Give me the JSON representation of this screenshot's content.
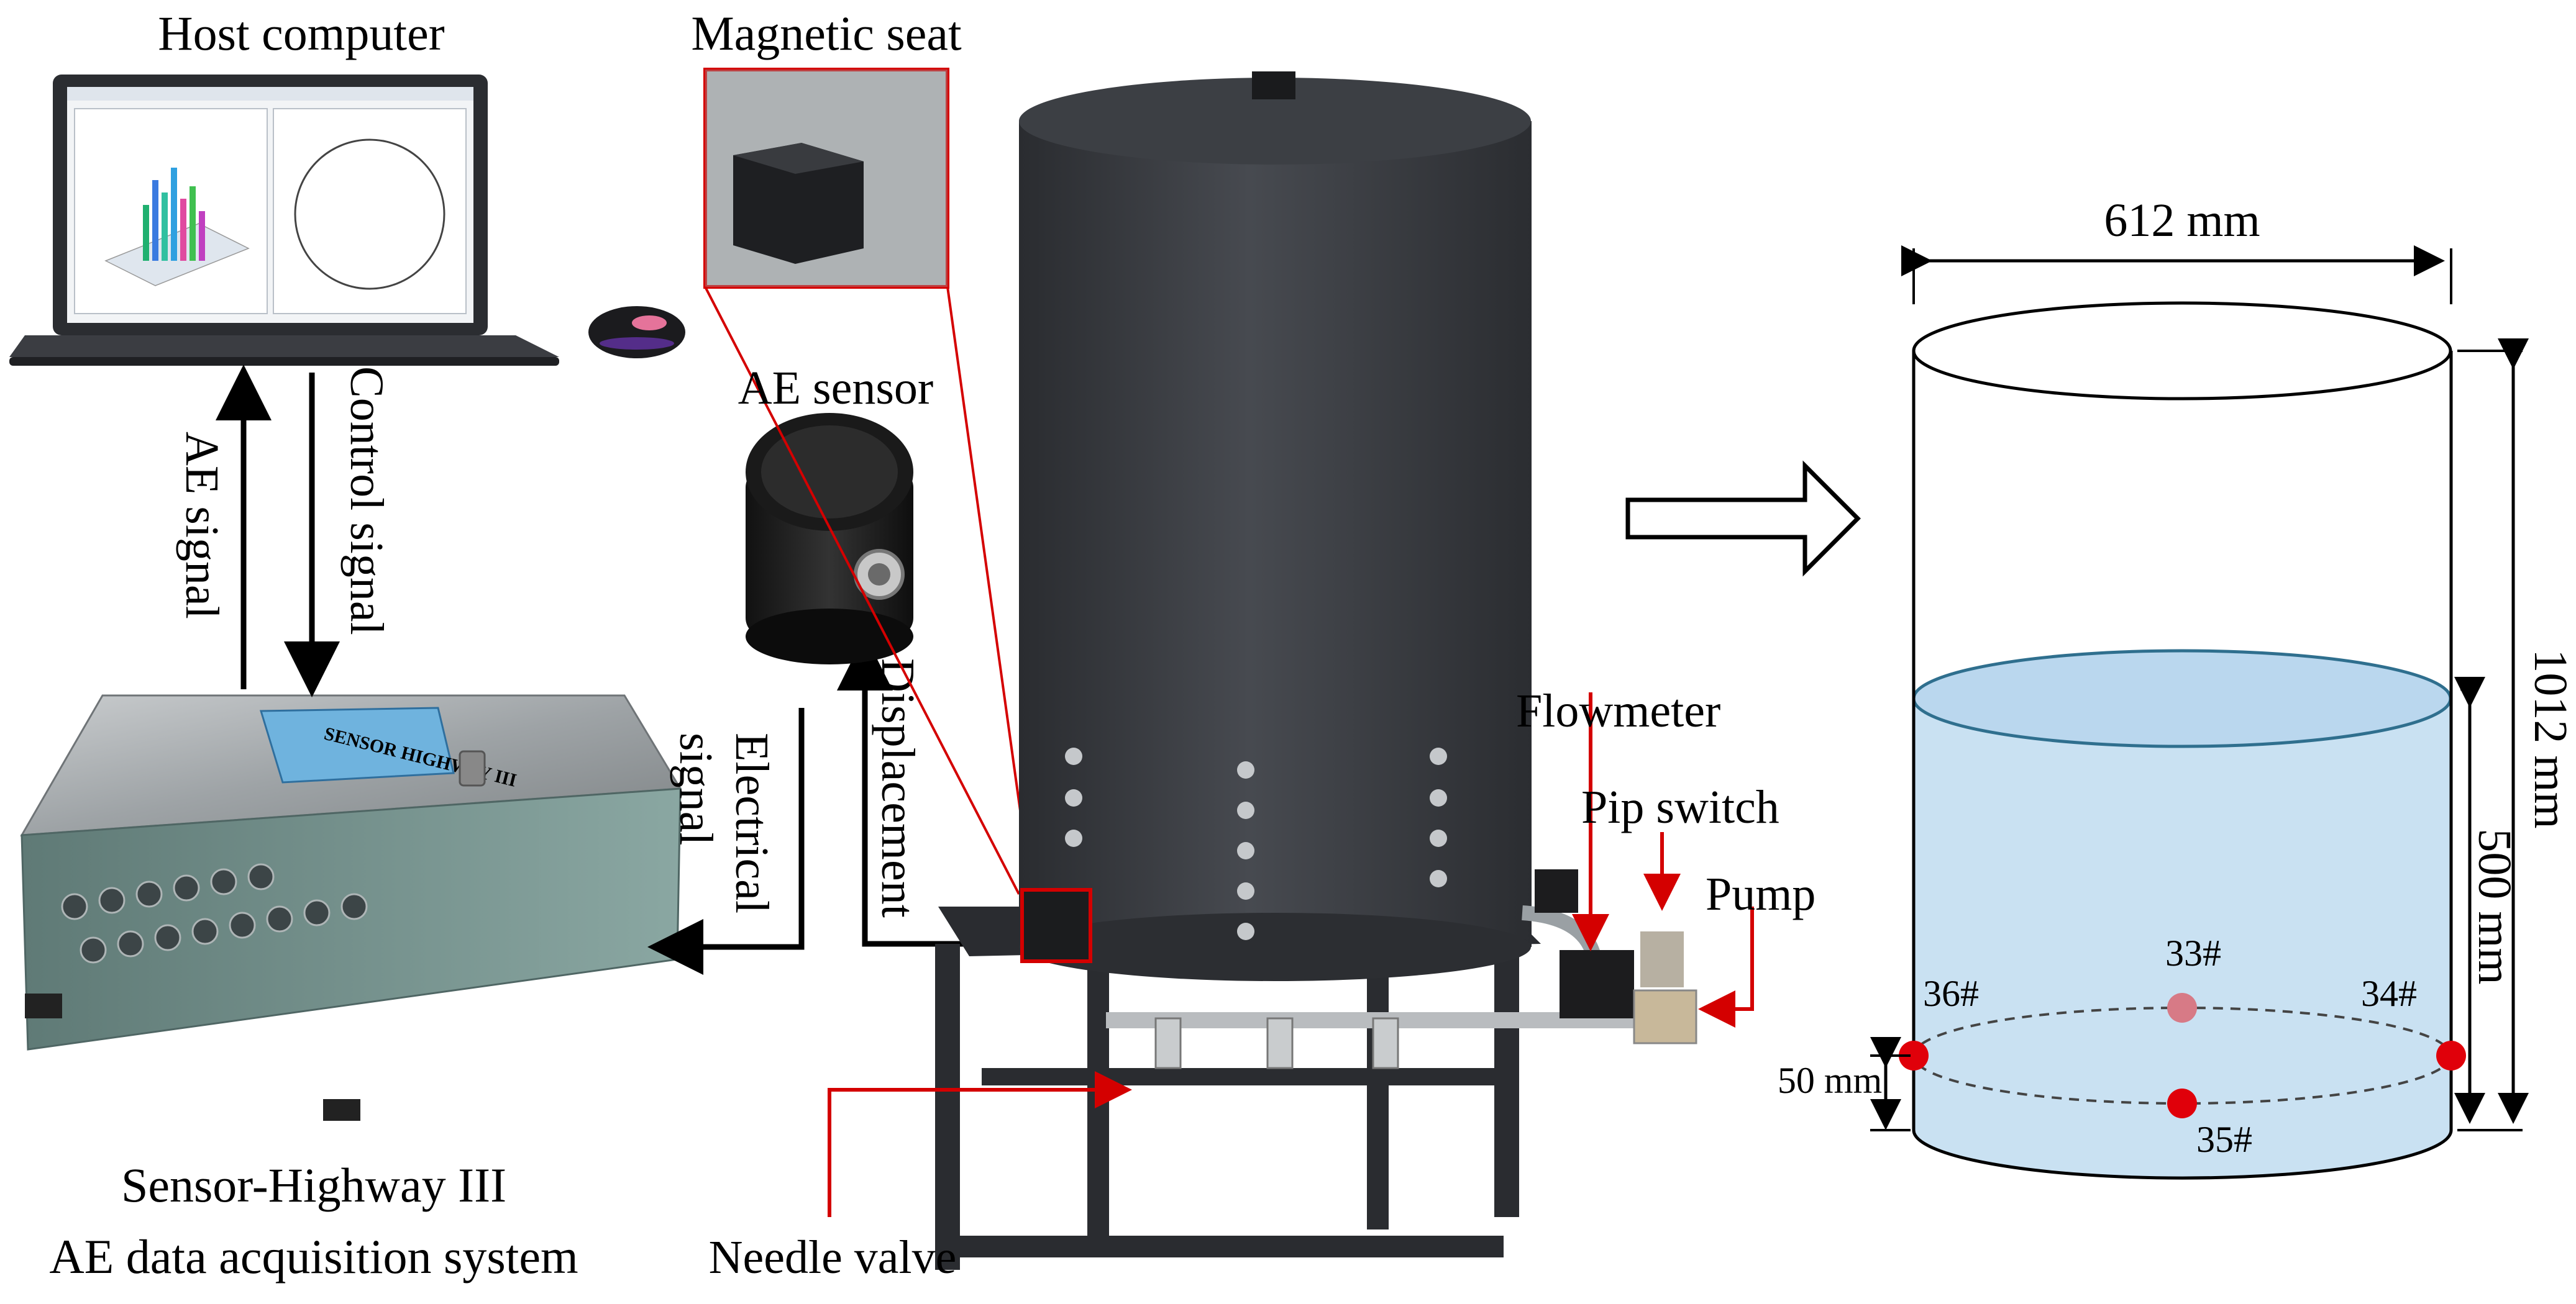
{
  "labels": {
    "host_computer": "Host computer",
    "magnetic_seat": "Magnetic seat",
    "ae_sensor": "AE sensor",
    "control_signal": "Control signal",
    "ae_signal": "AE signal",
    "electrical": "Electrical",
    "signal": "signal",
    "displacement": "Displacement",
    "flowmeter": "Flowmeter",
    "pip_switch": "Pip switch",
    "pump": "Pump",
    "needle_valve": "Needle valve",
    "acq_line1": "Sensor-Highway III",
    "acq_line2": "AE data acquisition system"
  },
  "device_text": {
    "box_label": "SENSOR HIGHWAY III"
  },
  "schematic": {
    "diameter": "612 mm",
    "height": "1012 mm",
    "water_level": "500 mm",
    "sensor_offset": "50 mm",
    "sensors": [
      "33#",
      "34#",
      "35#",
      "36#"
    ]
  },
  "colors": {
    "tank": "#3a3d42",
    "water": "#c9e1f2",
    "water_top": "#bad7ee",
    "sensor_dot": "#e0000a",
    "sensor_dot_back": "#d77a86",
    "leader": "#d40000"
  }
}
